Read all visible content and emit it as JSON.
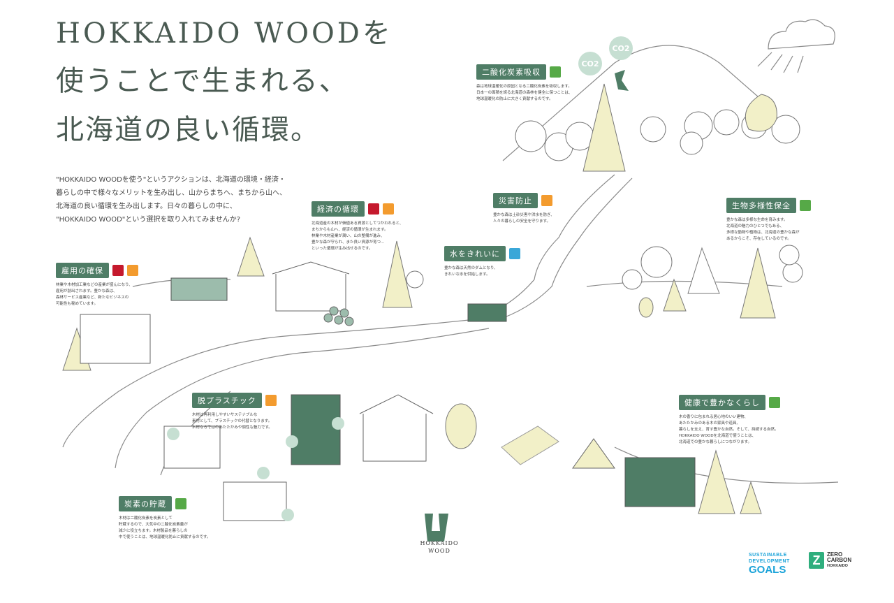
{
  "title": {
    "line1": "HOKKAIDO WOODを",
    "line2": "使うことで生まれる、",
    "line3": "北海道の良い循環。"
  },
  "intro": {
    "lines": [
      "\"HOKKAIDO WOODを使う\"というアクションは、北海道の環境・経済・",
      "暮らしの中で様々なメリットを生み出し、山からまちへ、まちから山へ、",
      "北海道の良い循環を生み出します。日々の暮らしの中に、",
      "\"HOKKAIDO WOOD\"という選択を取り入れてみませんか?"
    ]
  },
  "callouts": {
    "co2_absorption": {
      "label": "二酸化炭素吸収",
      "lines": [
        "森は地球温暖化の原因となる二酸化炭素を吸収します。",
        "日本一の面積を誇る北海道の森林を健全に保つことは、",
        "地球温暖化の防止に大きく貢献するのです。"
      ]
    },
    "disaster": {
      "label": "災害防止",
      "lines": [
        "豊かな森は土砂災害や洪水を防ぎ、",
        "人々の暮らしの安全を守ります。"
      ]
    },
    "water": {
      "label": "水をきれいに",
      "lines": [
        "豊かな森は天然のダムとなり、",
        "きれいな水を供給します。"
      ]
    },
    "biodiversity": {
      "label": "生物多様性保全",
      "lines": [
        "豊かな森は多様な生命を育みます。",
        "北海道の魅力のひとつでもある、",
        "多様な動物や植物は、北海道の豊かな森が",
        "あるからこそ、存在しているのです。"
      ]
    },
    "economy": {
      "label": "経済の循環",
      "lines": [
        "北海道産の木材が価値ある資源としてつかわれると、",
        "まちからも山へ、経済の循環が生まれます。",
        "林業や木材産業が潤い、山の整備が進み、",
        "豊かな森が守られ、また良い資源が育つ…",
        "といった循環が生み出せるのです。"
      ]
    },
    "employment": {
      "label": "雇用の確保",
      "lines": [
        "林業や木材加工業などの産業が盛んになり、",
        "雇用が創出されます。豊かな森は、",
        "森林サービス産業など、新たなビジネスの",
        "可能性も秘めています。"
      ]
    },
    "deplastic": {
      "label": "脱プラスチック",
      "lines": [
        "木材は再利用しやすいサステナブルな",
        "素材として、プラスチックの代替となります。",
        "木材ならではのあたたかみや個性も魅力です。"
      ]
    },
    "carbon_storage": {
      "label": "炭素の貯蔵",
      "lines": [
        "木材は二酸化炭素を炭素として",
        "貯蔵するので、大気中の二酸化炭素量が",
        "減少に役立ちます。木材製品を暮らしの",
        "中で使うことは、地球温暖化防止に貢献するのです。"
      ]
    },
    "wellbeing": {
      "label": "健康で豊かなくらし",
      "lines": [
        "木の香りに包まれる居心地のいい建物、",
        "あたたかみのある木の家具や道具、",
        "暮らしを支え、育す豊かな自然。そして、持続する自然。",
        "HOKKAIDO WOODを北海道で使うことは、",
        "北海道での豊かな暮らしにつながります。"
      ]
    }
  },
  "co2_bubbles": [
    "CO2",
    "CO2"
  ],
  "brand": {
    "line1": "HOKKAIDO",
    "line2": "WOOD"
  },
  "sdgs_logo": {
    "line1": "SUSTAINABLE",
    "line2": "DEVELOPMENT",
    "line3": "GOALS"
  },
  "zero_carbon_logo": {
    "line1": "ZERO",
    "line2": "CARBON",
    "line3": "HOKKAIDO"
  },
  "colors": {
    "accent_green": "#4f7d66",
    "tree_yellow": "#f2f0c8",
    "line_gray": "#8a8a8a",
    "sdg_orange": "#f39b2e",
    "sdg_red": "#c5192d",
    "sdg_blue": "#3aa7d8",
    "sdg_green": "#56a947"
  }
}
